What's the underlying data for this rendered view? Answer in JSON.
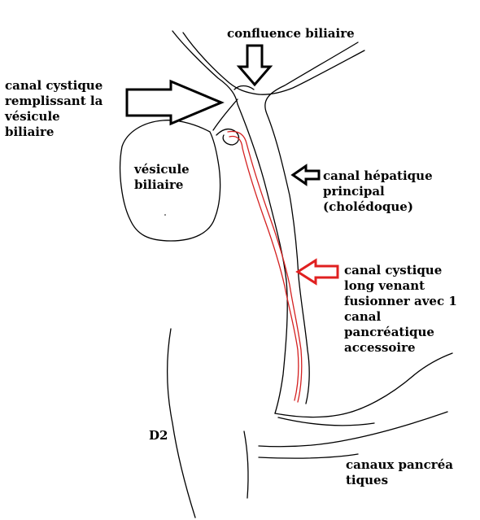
{
  "labels": {
    "confluence": "confluence biliaire",
    "canal_cystique_remplissant": "canal cystique\nremplissant la\nvésicule\nbiliaire",
    "vesicule": "vésicule\nbiliaire",
    "canal_hepatique": "canal hépatique\nprincipal\n(cholédoque)",
    "canal_cystique_long": "canal cystique\nlong venant\nfusionner avec 1\ncanal\npancréatique\naccessoire",
    "d2": "D2",
    "canaux_pancreatiques": "canaux pancréa\ntiques"
  },
  "colors": {
    "outline": "#000000",
    "cystic_duct": "#d42020",
    "red_arrow": "#e02020",
    "background": "#ffffff"
  }
}
